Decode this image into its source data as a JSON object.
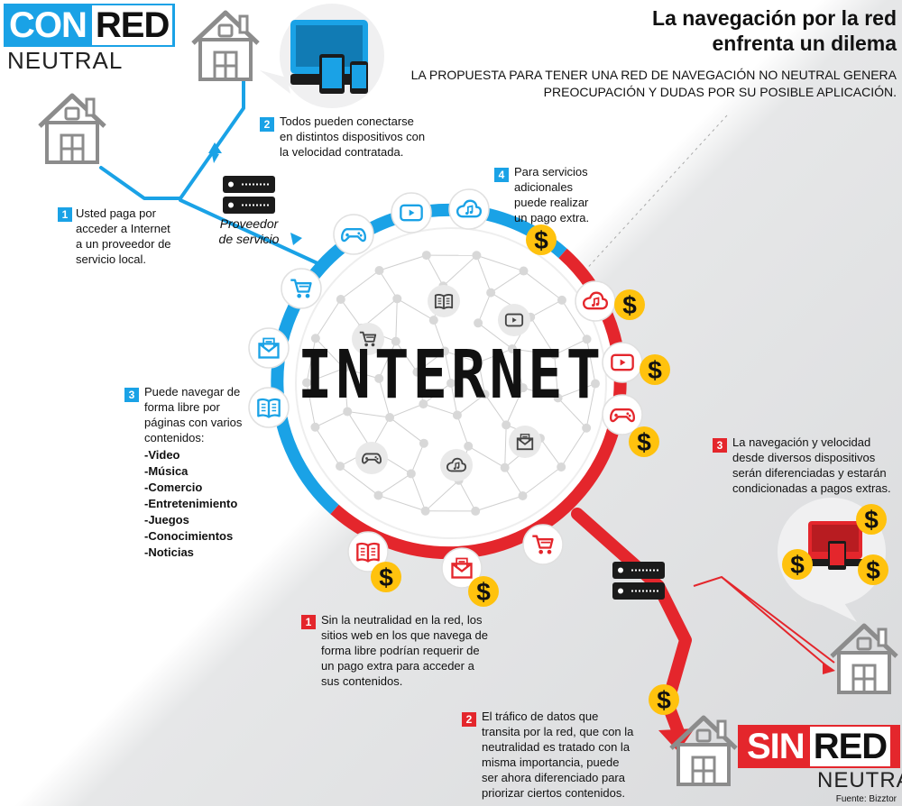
{
  "header": {
    "con_word": "CON",
    "con_red": "RED",
    "con_sub": "NEUTRAL",
    "title_line1": "La navegación por la red",
    "title_line2": "enfrenta un dilema",
    "subtitle_line1": "La propuesta para tener una red de navegación no neutral genera",
    "subtitle_line2": "preocupación y dudas por su posible aplicación."
  },
  "center": {
    "word": "INTERNET"
  },
  "provider": {
    "line1": "Proveedor",
    "line2": "de servicio"
  },
  "left_notes": {
    "n1": {
      "num": "1",
      "lines": [
        "Usted paga por",
        "acceder a Internet",
        "a un proveedor de",
        "servicio local."
      ]
    },
    "n2": {
      "num": "2",
      "lines": [
        "Todos pueden conectarse",
        "en distintos dispositivos con",
        "la velocidad contratada."
      ]
    },
    "n3": {
      "num": "3",
      "lines": [
        "Puede navegar de",
        "forma libre por",
        "páginas con varios",
        "contenidos:"
      ],
      "items": [
        "-Video",
        "-Música",
        "-Comercio",
        "-Entretenimiento",
        "-Juegos",
        "-Conocimientos",
        "-Noticias"
      ]
    },
    "n4": {
      "num": "4",
      "lines": [
        "Para servicios",
        "adicionales",
        "puede realizar",
        "un pago extra."
      ]
    }
  },
  "right_notes": {
    "n1": {
      "num": "1",
      "lines": [
        "Sin la neutralidad en la red, los",
        "sitios web en los que navega de",
        "forma libre podrían requerir de",
        "un pago extra para acceder a",
        "sus contenidos."
      ]
    },
    "n2": {
      "num": "2",
      "lines": [
        "El tráfico de datos que",
        "transita por la red, que con la",
        "neutralidad es tratado con la",
        "misma importancia, puede",
        "ser ahora diferenciado para",
        "priorizar ciertos contenidos."
      ]
    },
    "n3": {
      "num": "3",
      "lines": [
        "La navegación y velocidad",
        "desde diversos dispositivos",
        "serán diferenciadas y estarán",
        "condicionadas a pagos extras."
      ]
    }
  },
  "footer": {
    "sin_word": "SIN",
    "sin_red": "RED",
    "sin_sub": "NEUTRAL",
    "source": "Fuente: Bizztor"
  },
  "dollar": "$",
  "colors": {
    "blue": "#1aa2e6",
    "red": "#e4262c",
    "dark": "#1b1b1b",
    "gray": "#8c8c8c",
    "dollar_yellow": "#ffc20e"
  },
  "icons": {
    "ring_blue": [
      "cloud-music-icon",
      "video-play-icon",
      "gamepad-icon",
      "shopping-cart-icon",
      "mail-icon",
      "book-icon"
    ],
    "ring_red": [
      "book-icon",
      "mail-icon",
      "shopping-cart-icon",
      "gamepad-icon",
      "video-play-icon",
      "cloud-music-icon"
    ],
    "inner": [
      "book-icon",
      "video-play-icon",
      "shopping-cart-icon",
      "gamepad-icon",
      "cloud-music-icon",
      "mail-icon"
    ]
  }
}
